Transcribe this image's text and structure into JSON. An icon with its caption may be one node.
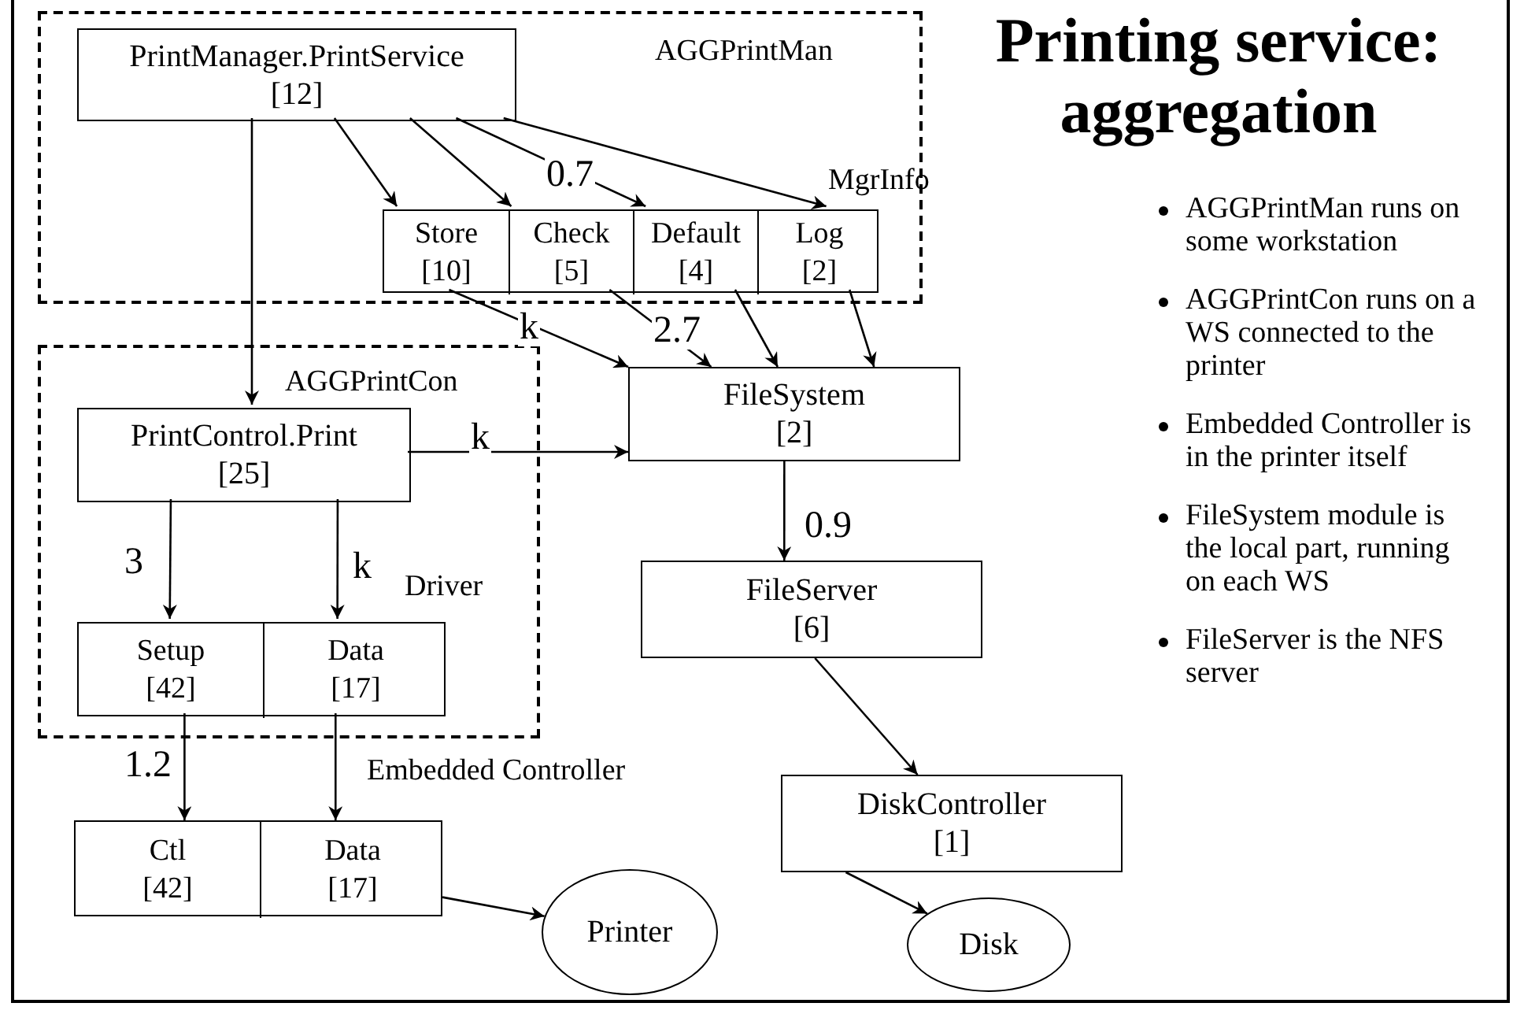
{
  "diagram": {
    "title": "Printing service: aggregation",
    "nodes": [
      {
        "text": [
          "AGGPrintMan"
        ]
      },
      {
        "text": [
          "PrintManager.PrintService",
          "[12]"
        ],
        "in": 0
      },
      {
        "text": [
          "MgrInfo"
        ],
        "in": 0
      },
      {
        "text": [
          "Store",
          "[10]"
        ],
        "in": 2
      },
      {
        "text": [
          "Check",
          "[5]"
        ],
        "in": 2
      },
      {
        "text": [
          "Default",
          "[4]"
        ],
        "in": 2
      },
      {
        "text": [
          "Log",
          "[2]"
        ],
        "in": 2
      },
      {
        "text": [
          "AGGPrintCon"
        ]
      },
      {
        "text": [
          "PrintControl.Print",
          "[25]"
        ],
        "in": 7
      },
      {
        "text": [
          "Driver"
        ],
        "in": 7
      },
      {
        "text": [
          "Setup",
          "[42]"
        ],
        "in": 9
      },
      {
        "text": [
          "Data",
          "[17]"
        ],
        "in": 9
      },
      {
        "text": [
          "Embedded Controller"
        ]
      },
      {
        "text": [
          "Ctl",
          "[42]"
        ],
        "in": 12
      },
      {
        "text": [
          "Data",
          "[17]"
        ],
        "in": 12
      },
      {
        "text": [
          "FileSystem",
          "[2]"
        ]
      },
      {
        "text": [
          "FileServer",
          "[6]"
        ]
      },
      {
        "text": [
          "DiskController",
          "[1]"
        ]
      },
      {
        "text": [
          "Printer"
        ]
      },
      {
        "text": [
          "Disk"
        ]
      }
    ],
    "edges": [
      {
        "from": 1,
        "to": 8,
        "arrow": "to"
      },
      {
        "from": 1,
        "to": 3,
        "arrow": "to"
      },
      {
        "from": 1,
        "to": 4,
        "arrow": "to"
      },
      {
        "from": 1,
        "to": 5,
        "arrow": "to",
        "label": "0.7"
      },
      {
        "from": 1,
        "to": 6,
        "arrow": "to"
      },
      {
        "from": 3,
        "to": 15,
        "arrow": "to",
        "label": "k"
      },
      {
        "from": 4,
        "to": 15,
        "arrow": "to",
        "label": "2.7"
      },
      {
        "from": 5,
        "to": 15,
        "arrow": "to"
      },
      {
        "from": 6,
        "to": 15,
        "arrow": "to"
      },
      {
        "from": 8,
        "to": 15,
        "arrow": "to",
        "label": "k"
      },
      {
        "from": 8,
        "to": 10,
        "arrow": "to",
        "label": "3"
      },
      {
        "from": 8,
        "to": 11,
        "arrow": "to",
        "label": "k"
      },
      {
        "from": 10,
        "to": 13,
        "arrow": "to",
        "label": "1.2"
      },
      {
        "from": 11,
        "to": 14,
        "arrow": "to"
      },
      {
        "from": 15,
        "to": 16,
        "arrow": "to",
        "label": "0.9"
      },
      {
        "from": 16,
        "to": 17,
        "arrow": "to"
      },
      {
        "from": 17,
        "to": 19,
        "arrow": "to"
      },
      {
        "from": 14,
        "to": 18,
        "arrow": "to"
      }
    ],
    "labels": [
      "AGGPrintMan runs on some workstation",
      "AGGPrintCon runs on a WS connected to the printer",
      "Embedded Controller is in the printer itself",
      "FileSystem module is the local part, running on each WS",
      "FileServer is the NFS server"
    ]
  }
}
